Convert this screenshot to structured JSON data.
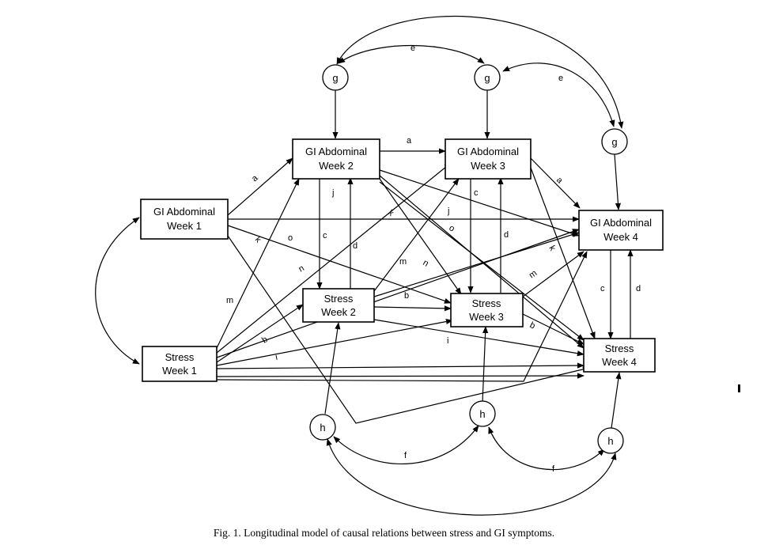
{
  "figure": {
    "caption": "Fig. 1. Longitudinal model of causal relations between stress and GI symptoms.",
    "nodes": {
      "gi1": [
        "GI Abdominal",
        "Week 1"
      ],
      "gi2": [
        "GI Abdominal",
        "Week 2"
      ],
      "gi3": [
        "GI Abdominal",
        "Week 3"
      ],
      "gi4": [
        "GI Abdominal",
        "Week 4"
      ],
      "st1": [
        "Stress",
        "Week 1"
      ],
      "st2": [
        "Stress",
        "Week 2"
      ],
      "st3": [
        "Stress",
        "Week 3"
      ],
      "st4": [
        "Stress",
        "Week 4"
      ],
      "g2": "g",
      "g3": "g",
      "g4": "g",
      "h2": "h",
      "h3": "h",
      "h4": "h"
    },
    "paths": [
      {
        "from": "gi1",
        "to": "gi2",
        "label": "a"
      },
      {
        "from": "gi2",
        "to": "gi3",
        "label": "a"
      },
      {
        "from": "gi3",
        "to": "gi4",
        "label": "a"
      },
      {
        "from": "st1",
        "to": "st2",
        "label": "b"
      },
      {
        "from": "st2",
        "to": "st3",
        "label": "b"
      },
      {
        "from": "st3",
        "to": "st4",
        "label": "b"
      },
      {
        "from": "gi2",
        "to": "st2",
        "label": "c"
      },
      {
        "from": "gi3",
        "to": "st3",
        "label": "c"
      },
      {
        "from": "gi4",
        "to": "st4",
        "label": "c"
      },
      {
        "from": "st2",
        "to": "gi2",
        "label": "d"
      },
      {
        "from": "st3",
        "to": "gi3",
        "label": "d"
      },
      {
        "from": "st4",
        "to": "gi4",
        "label": "d"
      },
      {
        "from": "gi1",
        "to": "gi4",
        "label": "j"
      },
      {
        "from": "gi2",
        "to": "gi4",
        "label": "j"
      },
      {
        "from": "gi1",
        "to": "st4",
        "label": "k"
      },
      {
        "from": "gi2",
        "to": "st4",
        "label": "k"
      },
      {
        "from": "st1",
        "to": "gi3",
        "label": "m"
      },
      {
        "from": "st2",
        "to": "gi4",
        "label": "m"
      },
      {
        "from": "st1",
        "to": "gi4",
        "label": "n"
      },
      {
        "from": "gi2",
        "to": "st3",
        "label": "n"
      },
      {
        "from": "gi1",
        "to": "st3",
        "label": "o"
      },
      {
        "from": "st1",
        "to": "st3",
        "label": "i"
      },
      {
        "from": "st1",
        "to": "st4",
        "label": "i"
      },
      {
        "from": "g2",
        "to": "gi2",
        "label": ""
      },
      {
        "from": "g3",
        "to": "gi3",
        "label": ""
      },
      {
        "from": "g4",
        "to": "gi4",
        "label": ""
      },
      {
        "from": "h2",
        "to": "st2",
        "label": ""
      },
      {
        "from": "h3",
        "to": "st3",
        "label": ""
      },
      {
        "from": "h4",
        "to": "st4",
        "label": ""
      }
    ],
    "covariances": [
      {
        "between": [
          "gi1",
          "st1"
        ],
        "label": ""
      },
      {
        "between": [
          "g2",
          "g3"
        ],
        "label": "e"
      },
      {
        "between": [
          "g3",
          "g4"
        ],
        "label": "e"
      },
      {
        "between": [
          "g2",
          "g4"
        ],
        "label": ""
      },
      {
        "between": [
          "h2",
          "h3"
        ],
        "label": "f"
      },
      {
        "between": [
          "h3",
          "h4"
        ],
        "label": "f"
      },
      {
        "between": [
          "h2",
          "h4"
        ],
        "label": ""
      }
    ]
  }
}
